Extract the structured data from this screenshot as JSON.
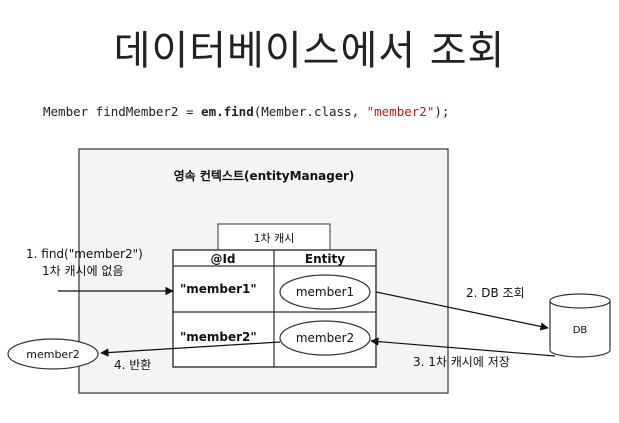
{
  "title": "데이터베이스에서 조회",
  "code": {
    "prefix": "Member findMember2 = ",
    "method": "em.find",
    "args": "(Member.class, ",
    "arg_string": "\"member2\"",
    "suffix": ");"
  },
  "diagram": {
    "context_label": "영속 컨텍스트(entityManager)",
    "cache_label": "1차 캐시",
    "col_id": "@Id",
    "col_entity": "Entity",
    "rows": [
      {
        "id": "\"member1\"",
        "entity": "member1"
      },
      {
        "id": "\"member2\"",
        "entity": "member2"
      }
    ],
    "step1_line1": "1. find(\"member2\")",
    "step1_line2": "1차 캐시에 없음",
    "step2": "2. DB 조회",
    "step3": "3. 1차 캐시에 저장",
    "step4": "4. 반환",
    "db_label": "DB",
    "returned_label": "member2"
  }
}
